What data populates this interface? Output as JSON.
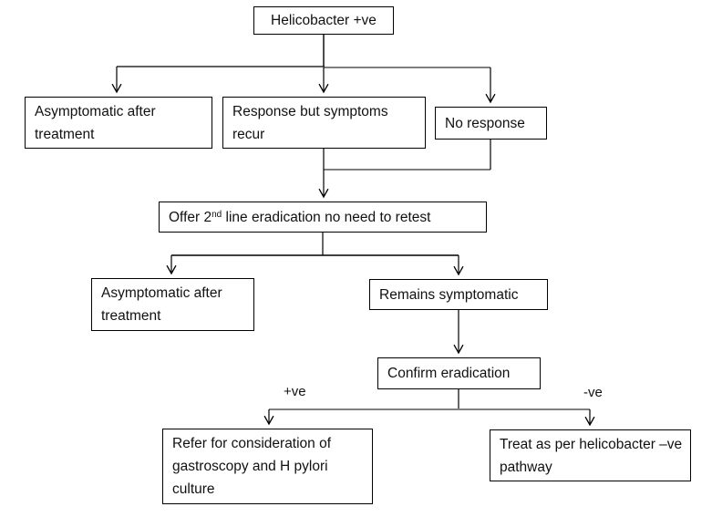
{
  "diagram": {
    "type": "flowchart",
    "subject": "Helicobacter positive pathway",
    "background": "#ffffff"
  },
  "colors": {
    "line": "#000000",
    "branch_line": "#7f7f7f",
    "box_border": "#000000",
    "text": "#111111"
  },
  "nodes": {
    "root": {
      "label": "Helicobacter +ve"
    },
    "asymptomatic_1": {
      "label": "Asymptomatic after treatment"
    },
    "response_recur": {
      "label": "Response but symptoms recur"
    },
    "no_response": {
      "label": "No response"
    },
    "second_line": {
      "prefix": "Offer 2",
      "superscript": "nd",
      "suffix": " line eradication no need to retest"
    },
    "asymptomatic_2": {
      "label": "Asymptomatic after treatment"
    },
    "remains_symptomatic": {
      "label": "Remains symptomatic"
    },
    "confirm_eradication": {
      "label": "Confirm eradication"
    },
    "refer_gastroscopy": {
      "label": "Refer for consideration of gastroscopy and H pylori culture"
    },
    "treat_negative": {
      "label": "Treat as per helicobacter –ve pathway"
    }
  },
  "edge_labels": {
    "positive": "+ve",
    "negative": "-ve"
  }
}
